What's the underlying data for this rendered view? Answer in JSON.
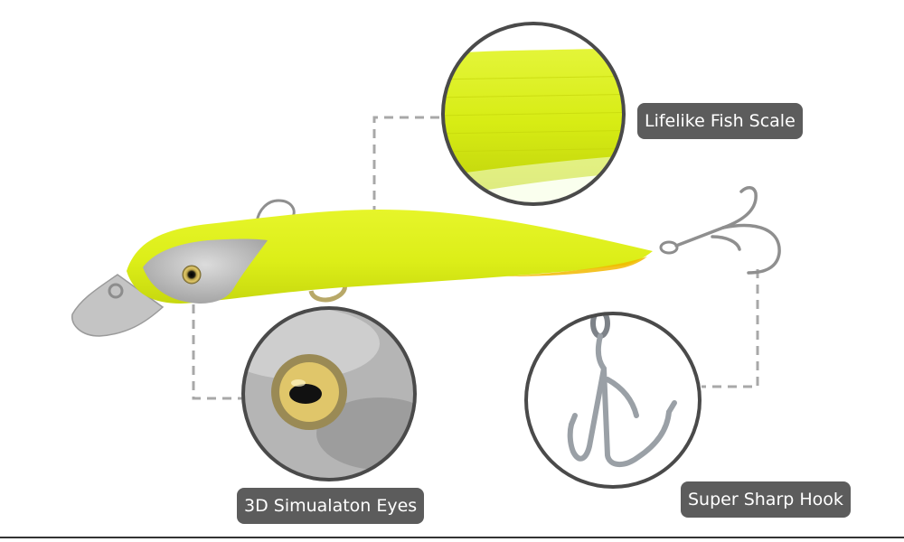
{
  "callouts": {
    "scale": {
      "label": "Lifelike Fish Scale"
    },
    "eyes": {
      "label": "3D Simualaton Eyes"
    },
    "hook": {
      "label": "Super Sharp Hook"
    }
  },
  "colors": {
    "body": "#dff01a",
    "body_shade": "#c9dc12",
    "belly": "#f2b800",
    "head": "#c8c8c8",
    "label_bg": "#5c5c5c",
    "dash": "#a8a8a8",
    "circle_border": "#4a4a4a",
    "hook_metal": "#9aa0a6"
  },
  "icons": [
    "fishing-lure-image",
    "treble-hook-icon",
    "lure-eye-icon",
    "fish-scale-zoom"
  ]
}
